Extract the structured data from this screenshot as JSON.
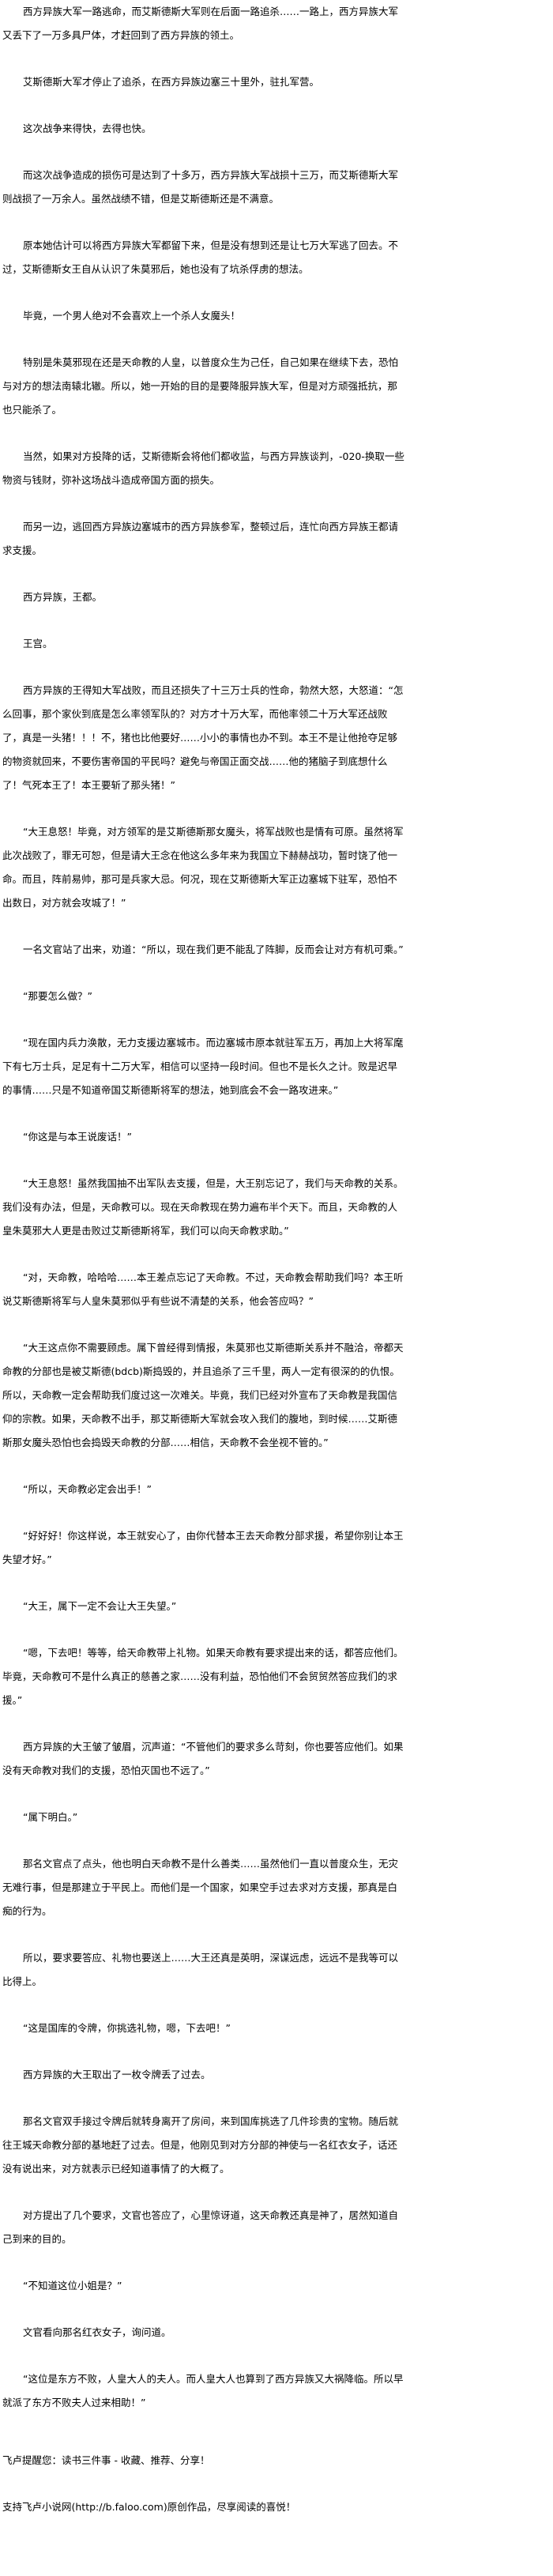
{
  "article": {
    "paragraphs": [
      "西方异族大军一路逃命，而艾斯德斯大军则在后面一路追杀……一路上，西方异族大军又丢下了一万多具尸体，才赶回到了西方异族的领土。",
      "艾斯德斯大军才停止了追杀，在西方异族边塞三十里外，驻扎军营。",
      "这次战争来得快，去得也快。",
      "而这次战争造成的损伤可是达到了十多万，西方异族大军战损十三万，而艾斯德斯大军则战损了一万余人。虽然战绩不错，但是艾斯德斯还是不满意。",
      "原本她估计可以将西方异族大军都留下来，但是没有想到还是让七万大军逃了回去。不过，艾斯德斯女王自从认识了朱莫邪后，她也没有了坑杀俘虏的想法。",
      "毕竟，一个男人绝对不会喜欢上一个杀人女魔头！",
      "特别是朱莫邪现在还是天命教的人皇，以普度众生为己任，自己如果在继续下去，恐怕与对方的想法南辕北辙。所以，她一开始的目的是要降服异族大军，但是对方顽强抵抗，那也只能杀了。",
      "当然，如果对方投降的话，艾斯德斯会将他们都收监，与西方异族谈判，-020-换取一些物资与钱财，弥补这场战斗造成帝国方面的损失。",
      "而另一边，逃回西方异族边塞城市的西方异族参军，整顿过后，连忙向西方异族王都请求支援。",
      "西方异族，王都。",
      "王宫。",
      "西方异族的王得知大军战败，而且还损失了十三万士兵的性命，勃然大怒，大怒道：“怎么回事，那个家伙到底是怎么率领军队的？对方才十万大军，而他率领二十万大军还战败了，真是一头猪！！！不，猪也比他要好……小小的事情也办不到。本王不是让他抢夺足够的物资就回来，不要伤害帝国的平民吗？避免与帝国正面交战……他的猪脑子到底想什么了！气死本王了！本王要斩了那头猪！”",
      "“大王息怒！毕竟，对方领军的是艾斯德斯那女魔头，将军战败也是情有可原。虽然将军此次战败了，罪无可恕，但是请大王念在他这么多年来为我国立下赫赫战功，暂时饶了他一命。而且，阵前易帅，那可是兵家大忌。何况，现在艾斯德斯大军正边塞城下驻军，恐怕不出数日，对方就会攻城了！”",
      "一名文官站了出来，劝道：“所以，现在我们更不能乱了阵脚，反而会让对方有机可乘。”",
      "“那要怎么做？”",
      "“现在国内兵力涣散，无力支援边塞城市。而边塞城市原本就驻军五万，再加上大将军麾下有七万士兵，足足有十二万大军，相信可以坚持一段时间。但也不是长久之计。败是迟早的事情……只是不知道帝国艾斯德斯将军的想法，她到底会不会一路攻进来。”",
      "“你这是与本王说废话！”",
      "“大王息怒！虽然我国抽不出军队去支援，但是，大王别忘记了，我们与天命教的关系。我们没有办法，但是，天命教可以。现在天命教现在势力遍布半个天下。而且，天命教的人皇朱莫邪大人更是击败过艾斯德斯将军，我们可以向天命教求助。”",
      "“对，天命教，哈哈哈……本王差点忘记了天命教。不过，天命教会帮助我们吗？本王听说艾斯德斯将军与人皇朱莫邪似乎有些说不清楚的关系，他会答应吗？”",
      "“大王这点你不需要顾虑。属下曾经得到情报，朱莫邪也艾斯德斯关系并不融洽，帝都天命教的分部也是被艾斯德(bdcb)斯捣毁的，并且追杀了三千里，两人一定有很深的的仇恨。所以，天命教一定会帮助我们度过这一次难关。毕竟，我们已经对外宣布了天命教是我国信仰的宗教。如果，天命教不出手，那艾斯德斯大军就会攻入我们的腹地，到时候……艾斯德斯那女魔头恐怕也会捣毁天命教的分部……相信，天命教不会坐视不管的。”",
      "“所以，天命教必定会出手！”",
      "“好好好！你这样说，本王就安心了，由你代替本王去天命教分部求援，希望你别让本王失望才好。”",
      "“大王，属下一定不会让大王失望。”",
      "“嗯，下去吧！等等，给天命教带上礼物。如果天命教有要求提出来的话，都答应他们。毕竟，天命教可不是什么真正的慈善之家……没有利益，恐怕他们不会贸贸然答应我们的求援。”",
      "西方异族的大王皱了皱眉，沉声道：“不管他们的要求多么苛刻，你也要答应他们。如果没有天命教对我们的支援，恐怕灭国也不远了。”",
      "“属下明白。”",
      "那名文官点了点头，他也明白天命教不是什么善类……虽然他们一直以普度众生，无灾无难行事，但是那建立于平民上。而他们是一个国家，如果空手过去求对方支援，那真是白痴的行为。",
      "所以，要求要答应、礼物也要送上……大王还真是英明，深谋远虑，远远不是我等可以比得上。",
      "“这是国库的令牌，你挑选礼物，嗯，下去吧！”",
      "西方异族的大王取出了一枚令牌丢了过去。",
      "那名文官双手接过令牌后就转身离开了房间，来到国库挑选了几件珍贵的宝物。随后就往王城天命教分部的基地赶了过去。但是，他刚见到对方分部的神使与一名红衣女子，话还没有说出来，对方就表示已经知道事情了的大概了。",
      "对方提出了几个要求，文官也答应了，心里惊讶道，这天命教还真是神了，居然知道自己到来的目的。",
      "“不知道这位小姐是？”",
      "文官看向那名红衣女子，询问道。",
      "“这位是东方不败，人皇大人的夫人。而人皇大人也算到了西方异族又大祸降临。所以早就派了东方不败夫人过来相助！”"
    ]
  },
  "footer": {
    "reminder": "飞卢提醒您：读书三件事 - 收藏、推荐、分享！",
    "support": "支持飞卢小说网(http://b.faloo.com)原创作品，尽享阅读的喜悦！"
  }
}
